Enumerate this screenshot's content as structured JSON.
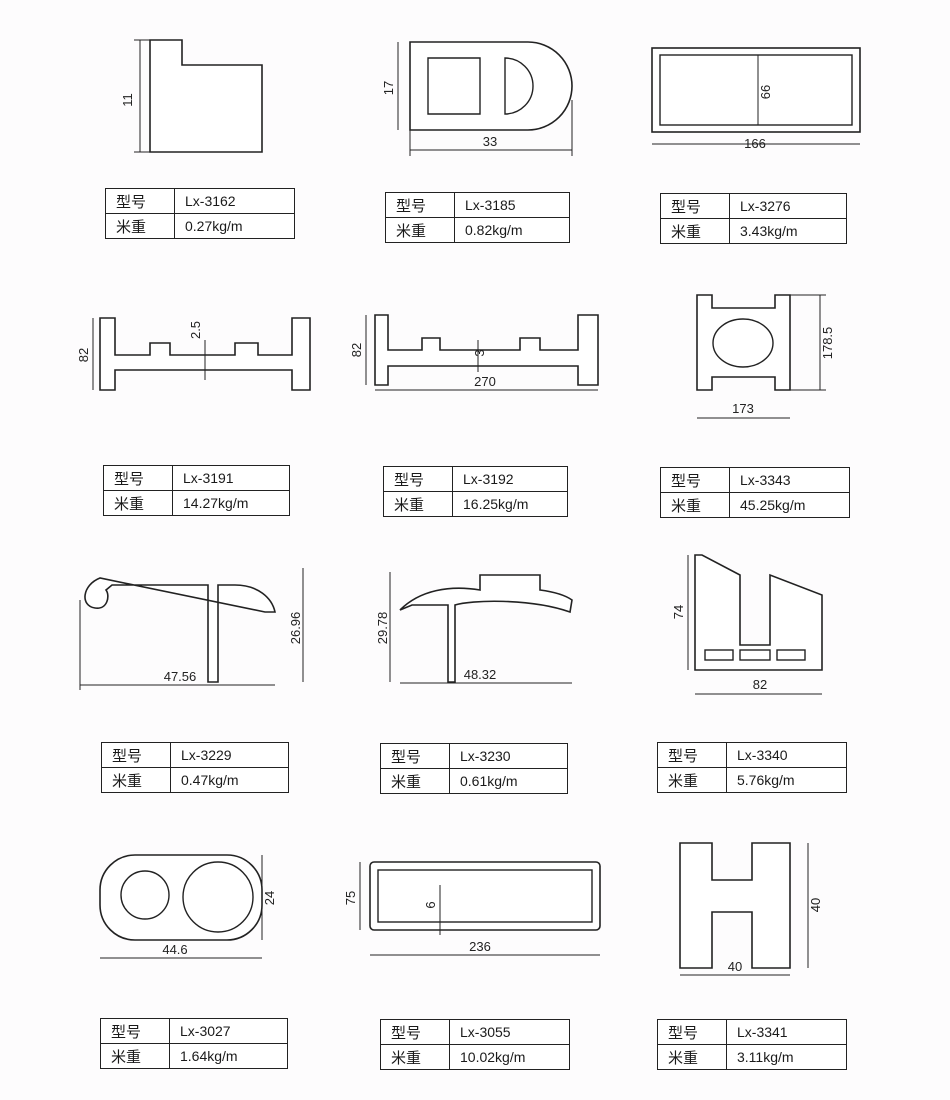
{
  "labels": {
    "model": "型号",
    "weight": "米重"
  },
  "profiles": [
    {
      "model": "Lx-3162",
      "weight": "0.27kg/m",
      "dims": [
        "11"
      ]
    },
    {
      "model": "Lx-3185",
      "weight": "0.82kg/m",
      "dims": [
        "17",
        "33"
      ]
    },
    {
      "model": "Lx-3276",
      "weight": "3.43kg/m",
      "dims": [
        "66",
        "166"
      ]
    },
    {
      "model": "Lx-3191",
      "weight": "14.27kg/m",
      "dims": [
        "82",
        "2.5"
      ]
    },
    {
      "model": "Lx-3192",
      "weight": "16.25kg/m",
      "dims": [
        "82",
        "3",
        "270"
      ]
    },
    {
      "model": "Lx-3343",
      "weight": "45.25kg/m",
      "dims": [
        "178.5",
        "173"
      ]
    },
    {
      "model": "Lx-3229",
      "weight": "0.47kg/m",
      "dims": [
        "26.96",
        "47.56"
      ]
    },
    {
      "model": "Lx-3230",
      "weight": "0.61kg/m",
      "dims": [
        "29.78",
        "48.32"
      ]
    },
    {
      "model": "Lx-3340",
      "weight": "5.76kg/m",
      "dims": [
        "74",
        "82"
      ]
    },
    {
      "model": "Lx-3027",
      "weight": "1.64kg/m",
      "dims": [
        "24",
        "44.6"
      ]
    },
    {
      "model": "Lx-3055",
      "weight": "10.02kg/m",
      "dims": [
        "75",
        "6",
        "236"
      ]
    },
    {
      "model": "Lx-3341",
      "weight": "3.11kg/m",
      "dims": [
        "40",
        "40"
      ]
    }
  ]
}
